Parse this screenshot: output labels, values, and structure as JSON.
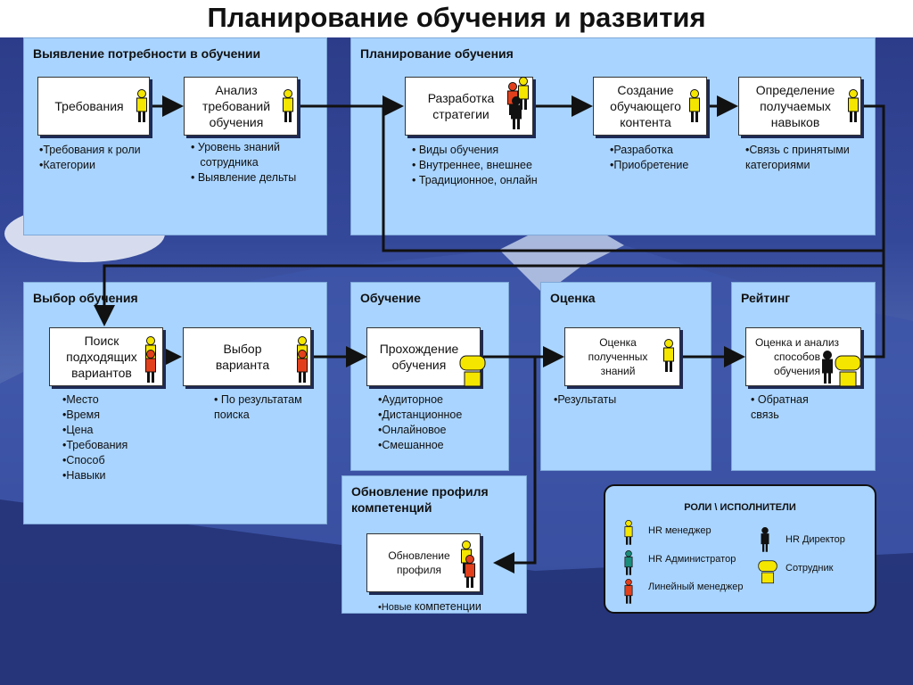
{
  "title": "Планирование обучения и развития",
  "panels": {
    "needs": "Выявление потребности в обучении",
    "planning": "Планирование обучения",
    "selection": "Выбор обучения",
    "training": "Обучение",
    "evaluation": "Оценка",
    "rating": "Рейтинг",
    "profile": "Обновление профиля\nкомпетенций"
  },
  "cards": {
    "requirements": "Требования",
    "analysis": "Анализ\nтребований\nобучения",
    "strategy": "Разработка\nстратегии",
    "content": "Создание\nобучающего\nконтента",
    "skills": "Определение\nполучаемых\nнавыков",
    "search": "Поиск\nподходящих\nвариантов",
    "choice": "Выбор\nварианта",
    "passing": "Прохождение\nобучения",
    "knowledge": "Оценка\nполученных\nзнаний",
    "methods": "Оценка и анализ\nспособов\nобучения",
    "profile_update": "Обновление\nпрофиля"
  },
  "notes": {
    "requirements": [
      "•Требования к роли",
      "•Категории"
    ],
    "analysis": [
      "• Уровень знаний",
      "   сотрудника",
      "• Выявление дельты"
    ],
    "strategy": [
      "• Виды обучения",
      "• Внутреннее, внешнее",
      "• Традиционное, онлайн"
    ],
    "content": [
      "•Разработка",
      "•Приобретение"
    ],
    "skills": [
      "•Связь с принятыми",
      "категориями"
    ],
    "search": [
      "•Место",
      "•Время",
      "•Цена",
      "•Требования",
      "•Способ",
      "•Навыки"
    ],
    "choice": [
      "• По результатам",
      "поиска"
    ],
    "passing": [
      "•Аудиторное",
      "•Дистанционное",
      "•Онлайновое",
      "•Смешанное"
    ],
    "knowledge": [
      "•Результаты"
    ],
    "methods": [
      "• Обратная",
      "связь"
    ],
    "profile_prefix": "•Новые ",
    "profile_rest": "компетенции"
  },
  "legend": {
    "title": "РОЛИ \\ ИСПОЛНИТЕЛИ",
    "hr_manager": "HR менеджер",
    "hr_admin": "HR Администратор",
    "line_manager": "Линейный менеджер",
    "hr_director": "HR Директор",
    "employee": "Сотрудник"
  },
  "colors": {
    "panel": "#a9d4ff",
    "hr_manager": "#f5e600",
    "hr_admin": "#1a8c7a",
    "line_manager": "#e2401c",
    "hr_director": "#111111",
    "employee": "#f5e600"
  }
}
